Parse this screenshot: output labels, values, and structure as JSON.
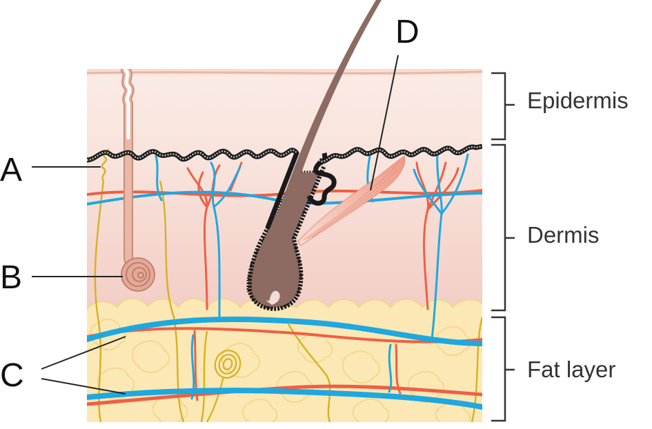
{
  "labels": {
    "a": "A",
    "b": "B",
    "c": "C",
    "d": "D"
  },
  "layers": {
    "epidermis": "Epidermis",
    "dermis": "Dermis",
    "fat": "Fat layer"
  },
  "colors": {
    "epidermis": "#f9e4dc",
    "dermis": "#f4d4cc",
    "fat": "#fbe9b7",
    "fat_cell_outline": "#f0d48c",
    "hair": "#8c6b62",
    "vein": "#1ea8e0",
    "artery": "#ee6048",
    "nerve": "#d9b42a",
    "gland": "#dd9f8f",
    "muscle": "#f0a08c",
    "leader_line": "#222222"
  }
}
